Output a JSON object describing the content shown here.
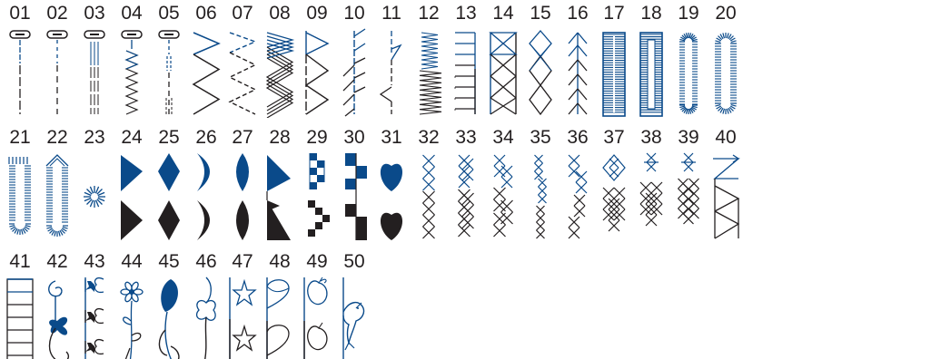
{
  "colors": {
    "blue": "#0a4a8a",
    "black": "#231f20"
  },
  "stitches": [
    {
      "num": "01",
      "icon": "buttonhole-straight-stitch-icon"
    },
    {
      "num": "02",
      "icon": "buttonhole-dashed-stitch-icon"
    },
    {
      "num": "03",
      "icon": "buttonhole-triple-stitch-icon"
    },
    {
      "num": "04",
      "icon": "buttonhole-zigzag-stitch-icon"
    },
    {
      "num": "05",
      "icon": "buttonhole-bartack-stitch-icon"
    },
    {
      "num": "06",
      "icon": "zigzag-stitch-icon"
    },
    {
      "num": "07",
      "icon": "dashed-zigzag-stitch-icon"
    },
    {
      "num": "08",
      "icon": "multi-zigzag-stitch-icon"
    },
    {
      "num": "09",
      "icon": "overcast-stitch-icon"
    },
    {
      "num": "10",
      "icon": "slanted-overcast-stitch-icon"
    },
    {
      "num": "11",
      "icon": "blind-hem-stitch-icon"
    },
    {
      "num": "12",
      "icon": "satin-zigzag-stitch-icon"
    },
    {
      "num": "13",
      "icon": "comb-stitch-icon"
    },
    {
      "num": "14",
      "icon": "box-cross-stitch-icon"
    },
    {
      "num": "15",
      "icon": "diamond-stitch-icon"
    },
    {
      "num": "16",
      "icon": "feather-stitch-icon"
    },
    {
      "num": "17",
      "icon": "square-buttonhole-icon"
    },
    {
      "num": "18",
      "icon": "square-buttonhole-wide-icon"
    },
    {
      "num": "19",
      "icon": "round-buttonhole-icon"
    },
    {
      "num": "20",
      "icon": "round-end-buttonhole-icon"
    },
    {
      "num": "21",
      "icon": "keyhole-buttonhole-icon"
    },
    {
      "num": "22",
      "icon": "tapered-buttonhole-icon"
    },
    {
      "num": "23",
      "icon": "eyelet-icon"
    },
    {
      "num": "24",
      "icon": "triangle-satin-icon"
    },
    {
      "num": "25",
      "icon": "diamond-satin-icon"
    },
    {
      "num": "26",
      "icon": "crescent-satin-icon"
    },
    {
      "num": "27",
      "icon": "leaf-satin-icon"
    },
    {
      "num": "28",
      "icon": "wedge-satin-icon"
    },
    {
      "num": "29",
      "icon": "step-blocks-icon"
    },
    {
      "num": "30",
      "icon": "block-pattern-icon"
    },
    {
      "num": "31",
      "icon": "heart-satin-icon"
    },
    {
      "num": "32",
      "icon": "cross-stitch-chain-icon"
    },
    {
      "num": "33",
      "icon": "double-cross-stitch-icon"
    },
    {
      "num": "34",
      "icon": "offset-cross-stitch-icon"
    },
    {
      "num": "35",
      "icon": "small-cross-stitch-icon"
    },
    {
      "num": "36",
      "icon": "wave-cross-stitch-icon"
    },
    {
      "num": "37",
      "icon": "diamond-cross-stitch-icon"
    },
    {
      "num": "38",
      "icon": "star-cross-stitch-icon"
    },
    {
      "num": "39",
      "icon": "dense-cross-stitch-icon"
    },
    {
      "num": "40",
      "icon": "arrow-triangle-stitch-icon"
    },
    {
      "num": "41",
      "icon": "ladder-stitch-icon"
    },
    {
      "num": "42",
      "icon": "scroll-flower-icon"
    },
    {
      "num": "43",
      "icon": "tulip-chain-icon"
    },
    {
      "num": "44",
      "icon": "daisy-stem-icon"
    },
    {
      "num": "45",
      "icon": "leaf-stem-icon"
    },
    {
      "num": "46",
      "icon": "clover-vine-icon"
    },
    {
      "num": "47",
      "icon": "star-outline-icon"
    },
    {
      "num": "48",
      "icon": "heart-outline-icon"
    },
    {
      "num": "49",
      "icon": "apple-outline-icon"
    },
    {
      "num": "50",
      "icon": "dolphin-icon"
    }
  ]
}
